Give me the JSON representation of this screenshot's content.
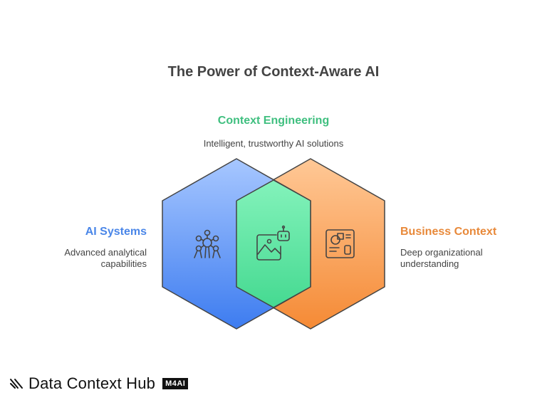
{
  "title": "The Power of Context-Aware AI",
  "context_engineering": {
    "title": "Context Engineering",
    "description": "Intelligent, trustworthy AI solutions"
  },
  "ai_systems": {
    "title": "AI Systems",
    "description_line1": "Advanced analytical",
    "description_line2": "capabilities"
  },
  "business_context": {
    "title": "Business Context",
    "description_line1": "Deep organizational",
    "description_line2": "understanding"
  },
  "icons": {
    "ai_systems": "atom-network-icon",
    "context_engineering": "image-robot-icon",
    "business_context": "dashboard-panel-icon"
  },
  "colors": {
    "blue": "#4a86e8",
    "green": "#3fbf7f",
    "orange": "#e8893a"
  },
  "brand": {
    "name": "Data Context Hub",
    "badge": "M4AI"
  }
}
